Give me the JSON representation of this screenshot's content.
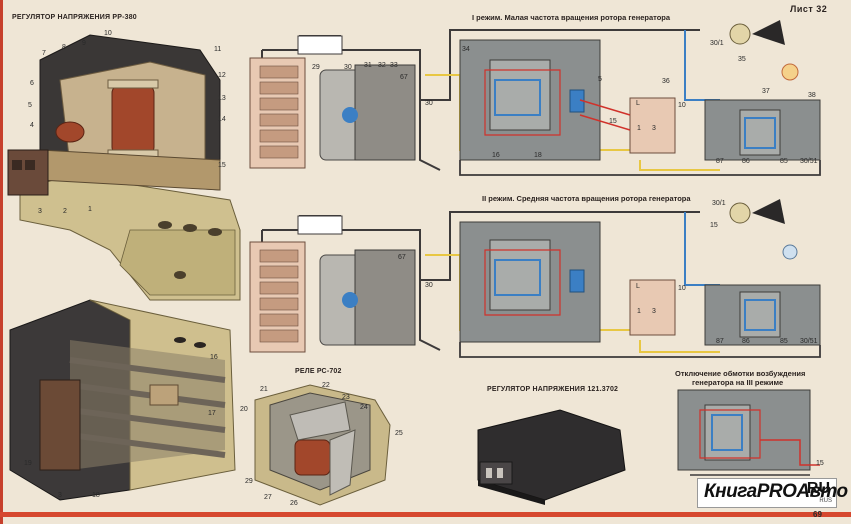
{
  "sheet_label": "Лист 32",
  "page_number": "69",
  "captions": {
    "regulator_rr380": "РЕГУЛЯТОР НАПРЯЖЕНИЯ РР-380",
    "relay_rs702": "РЕЛЕ РС-702",
    "regulator_121": "РЕГУЛЯТОР НАПРЯЖЕНИЯ 121.3702",
    "mode1": "I режим. Малая частота вращения ротора генератора",
    "mode2": "II режим. Средняя частота вращения ротора генератора",
    "mode3_line1": "Отключение обмотки возбуждения",
    "mode3_line2": "генератора на III режиме"
  },
  "watermark": {
    "brand": "КнигаPROАвто",
    "tld": "RU",
    "sub": "RUS"
  },
  "callouts": {
    "rr380": [
      "11",
      "12",
      "13",
      "14",
      "15",
      "10",
      "9",
      "8",
      "7",
      "6",
      "5",
      "4",
      "3",
      "2",
      "1"
    ],
    "rr380_photo": [
      "16",
      "17",
      "18",
      "19",
      "3"
    ],
    "rs702": [
      "21",
      "22",
      "23",
      "24",
      "25",
      "20",
      "29",
      "27",
      "26"
    ],
    "scheme1": [
      "29",
      "30",
      "31",
      "32",
      "33",
      "34",
      "35",
      "36",
      "37",
      "38",
      "5",
      "10",
      "15",
      "16",
      "18",
      "67",
      "30",
      "1",
      "3",
      "L",
      "87",
      "86",
      "85",
      "30/51",
      "30/1"
    ],
    "scheme2": [
      "67",
      "30",
      "L",
      "10",
      "1",
      "3",
      "15",
      "87",
      "86",
      "85",
      "30/51",
      "30/1"
    ],
    "scheme3": [
      "15"
    ]
  },
  "colors": {
    "wire_dark": "#3d3a3a",
    "wire_yellow": "#e8c743",
    "wire_blue": "#3b7fc4",
    "wire_red": "#d0322b",
    "relay_body": "#8b8f8f",
    "housing": "#e8c9b3"
  }
}
